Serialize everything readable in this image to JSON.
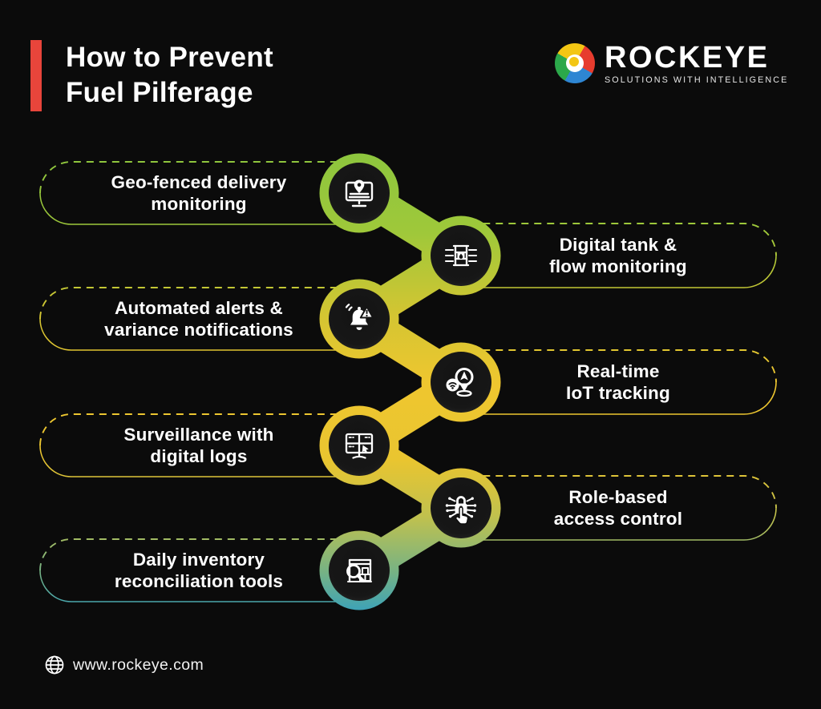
{
  "header": {
    "title_line1": "How to Prevent",
    "title_line2": "Fuel Pilferage"
  },
  "logo": {
    "brand": "ROCKEYE",
    "tagline": "SOLUTIONS WITH INTELLIGENCE"
  },
  "steps": [
    {
      "line1": "Geo-fenced delivery",
      "line2": "monitoring",
      "icon": "monitor-map-pin",
      "side": "left"
    },
    {
      "line1": "Digital tank &",
      "line2": "flow monitoring",
      "icon": "tank-flow-sensor",
      "side": "right"
    },
    {
      "line1": "Automated alerts &",
      "line2": "variance notifications",
      "icon": "alert-bell",
      "side": "left"
    },
    {
      "line1": "Real-time",
      "line2": "IoT tracking",
      "icon": "iot-gps-pin",
      "side": "right"
    },
    {
      "line1": "Surveillance with",
      "line2": "digital logs",
      "icon": "surveillance-monitor",
      "side": "left"
    },
    {
      "line1": "Role-based",
      "line2": "access control",
      "icon": "secure-access-lock",
      "side": "right"
    },
    {
      "line1": "Daily inventory",
      "line2": "reconciliation tools",
      "icon": "inventory-magnifier",
      "side": "left"
    }
  ],
  "footer": {
    "website": "www.rockeye.com"
  },
  "colors": {
    "accent_red": "#E8453B",
    "chain_green": "#8CC63E",
    "chain_yellow": "#F0C62F",
    "chain_teal": "#2E9EC4",
    "background": "#0B0B0B",
    "text": "#FFFFFF"
  }
}
